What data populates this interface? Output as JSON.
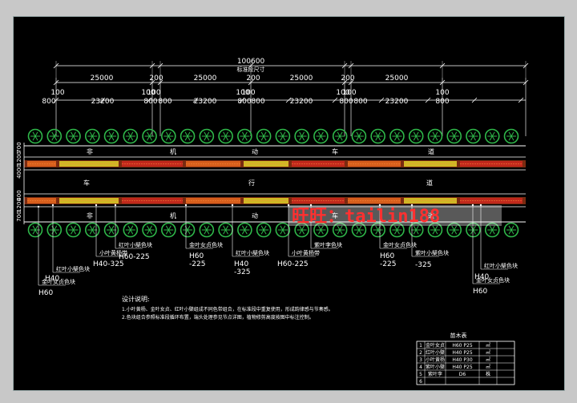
{
  "colors": {
    "background": "#000000",
    "sheet": "#c8c8c8",
    "tree": "#2fb84a",
    "road_edge": "#ffffff",
    "hedge_orange": "#e0641e",
    "hedge_red": "#c8281e",
    "hedge_yellow": "#d8c828",
    "watermark": "#ff3030"
  },
  "dimensions": {
    "total": "100600",
    "total_caption": "标准段尺寸",
    "upper": [
      "25000",
      "200",
      "25000",
      "200",
      "25000",
      "200",
      "25000"
    ],
    "lower": [
      "800",
      "100",
      "23200",
      "100",
      "100",
      "800",
      "800",
      "23200",
      "100",
      "100",
      "800",
      "800",
      "23200",
      "100",
      "100",
      "800",
      "800",
      "23200",
      "100",
      "800"
    ]
  },
  "side_dims": {
    "top": [
      "700",
      "1200",
      "4000"
    ],
    "bottom": [
      "400",
      "1200",
      "700"
    ]
  },
  "road_text": {
    "upper_lane": [
      "非",
      "机",
      "动",
      "车",
      "道"
    ],
    "main_lane": [
      "车",
      "行",
      "道"
    ],
    "lower_lane": [
      "非",
      "机",
      "动",
      "车",
      "道"
    ]
  },
  "callouts": [
    {
      "label": "金叶女贞色块",
      "spec": "H60"
    },
    {
      "label": "红叶小檗色块",
      "spec": "H40"
    },
    {
      "label": "小叶黄杨带",
      "spec": "H40-325"
    },
    {
      "label": "红叶小檗色块",
      "spec": "H60-225"
    },
    {
      "label": "金叶女贞色块",
      "spec": "H60\n-225"
    },
    {
      "label": "红叶小檗色块",
      "spec": "H40\n-325"
    },
    {
      "label": "小叶黄杨带",
      "spec": "H60-225"
    },
    {
      "label": "紫叶李色块",
      "spec": ""
    },
    {
      "label": "金叶女贞色块",
      "spec": "H60\n-225"
    },
    {
      "label": "紫叶小檗色块",
      "spec": "-325"
    },
    {
      "label": "红叶小檗色块",
      "spec": "H40"
    },
    {
      "label": "金叶女贞色块",
      "spec": "H60"
    }
  ],
  "notes": {
    "title": "设计说明:",
    "lines": [
      "1.小叶黄杨、金叶女贞、红叶小檗组成不同色带组合，在标准段中重复使用，形成韵律感与节奏感。",
      "2.色块组合参照标准段循环布置，端头处理参见节点详图，植物修剪高度按图中标注控制。"
    ]
  },
  "table": {
    "title": "苗木表",
    "rows": [
      [
        "1",
        "金叶女贞",
        "H60 P25",
        "㎡"
      ],
      [
        "2",
        "红叶小檗",
        "H40 P25",
        "㎡"
      ],
      [
        "3",
        "小叶黄杨",
        "H40 P30",
        "㎡"
      ],
      [
        "4",
        "紫叶小檗",
        "H40 P25",
        "㎡"
      ],
      [
        "5",
        "紫叶李",
        "D6",
        "株"
      ],
      [
        "6",
        "",
        "",
        ""
      ]
    ]
  },
  "watermark": "旺旺：tailin188"
}
